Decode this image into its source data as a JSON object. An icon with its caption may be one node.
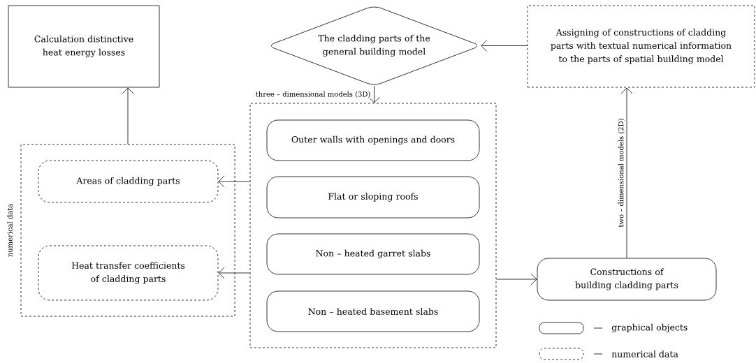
{
  "diagram": {
    "nodes": [
      {
        "text": [
          "Calculation distinctive heat energy losses"
        ]
      },
      {
        "text": [
          "The cladding parts of the general building model"
        ]
      },
      {
        "text": [
          "Assigning of constructions of cladding parts with textual numerical information to the parts of spatial building model"
        ]
      },
      {
        "text": [],
        "shape": "box",
        "beside": [
          "numerical data"
        ]
      },
      {
        "text": [
          "Areas of cladding parts"
        ],
        "in": 3
      },
      {
        "text": [
          "Heat transfer coefficients of cladding parts"
        ],
        "in": 3
      },
      {
        "text": [],
        "shape": "box"
      },
      {
        "text": [
          "Outer walls with openings and doors"
        ],
        "in": 6
      },
      {
        "text": [
          "Flat or sloping roofs"
        ],
        "in": 6
      },
      {
        "text": [
          "Non – heated garret slabs"
        ],
        "in": 6
      },
      {
        "text": [
          "Non – heated basement slabs"
        ],
        "in": 6
      },
      {
        "text": [
          "Constructions of building cladding parts"
        ]
      }
    ],
    "edges": [
      {
        "from": 3,
        "to": 0,
        "arrow": "to"
      },
      {
        "from": 2,
        "to": 1,
        "arrow": "to"
      },
      {
        "from": 1,
        "to": 6,
        "arrow": "to",
        "label": "three – dimensional models (3D)"
      },
      {
        "from": 6,
        "to": 4,
        "arrow": "to"
      },
      {
        "from": 6,
        "to": 5,
        "arrow": "to"
      },
      {
        "from": 6,
        "to": 11,
        "arrow": "to"
      },
      {
        "from": 11,
        "to": 2,
        "arrow": "to",
        "label": "two – dimensional models (2D)"
      }
    ],
    "legend": [
      {
        "text": "graphical objects"
      },
      {
        "text": "numerical data"
      }
    ]
  }
}
